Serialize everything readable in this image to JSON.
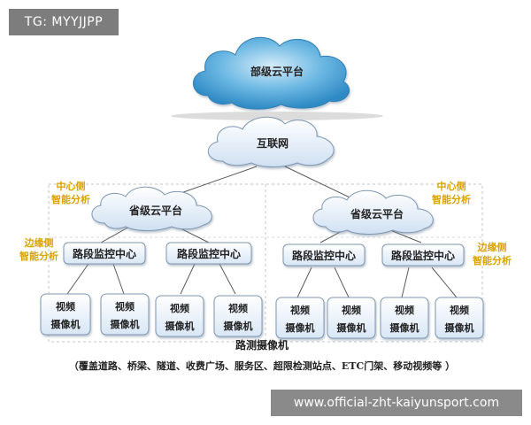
{
  "watermark_tag": "TG: MYYJJPP",
  "website_banner": "www.official-zht-kaiyunsport.com",
  "diagram": {
    "top_cloud": "部级云平台",
    "internet_cloud": "互联网",
    "provincial_clouds": [
      "省级云平台",
      "省级云平台"
    ],
    "road_centers": [
      "路段监控中心",
      "路段监控中心",
      "路段监控中心",
      "路段监控中心"
    ],
    "camera_line1": "视频",
    "camera_line2": "摄像机",
    "side_labels": {
      "center_left_1": "中心侧",
      "center_left_2": "智能分析",
      "center_right_1": "中心侧",
      "center_right_2": "智能分析",
      "edge_left_1": "边缘侧",
      "edge_left_2": "智能分析",
      "edge_right_1": "边缘侧",
      "edge_right_2": "智能分析"
    },
    "bottom_title": "路测摄像机",
    "bottom_caption": "（覆盖道路、桥梁、隧道、收费广场、服务区、超限检测站点、ETC门架、移动视频等 ）"
  },
  "colors": {
    "side_label": "#d9a300",
    "cloud_blue": "#4fa8d8",
    "cloud_light": "#e6f0fb",
    "line": "#555555",
    "dashed": "#bfbfbf"
  }
}
